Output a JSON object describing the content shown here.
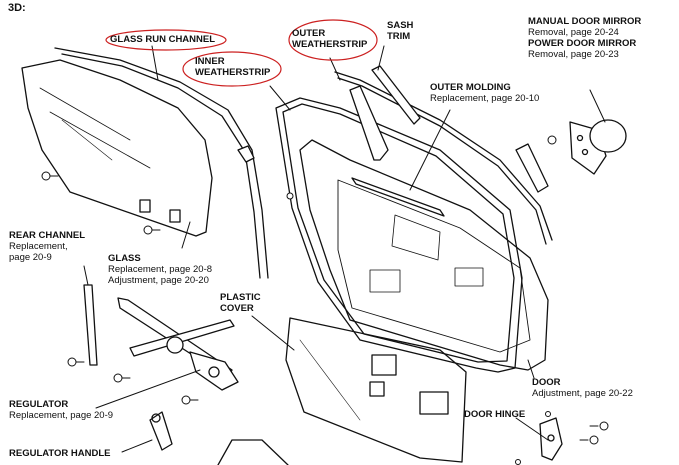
{
  "section_label": "3D:",
  "callouts": {
    "glass_run_channel": {
      "title": "GLASS RUN CHANNEL"
    },
    "inner_weatherstrip": {
      "title_line1": "INNER",
      "title_line2": "WEATHERSTRIP"
    },
    "outer_weatherstrip": {
      "title_line1": "OUTER",
      "title_line2": "WEATHERSTRIP"
    },
    "sash_trim": {
      "title_line1": "SASH",
      "title_line2": "TRIM"
    },
    "manual_door_mirror": {
      "title": "MANUAL DOOR MIRROR",
      "sub": "Removal, page 20-24"
    },
    "power_door_mirror": {
      "title": "POWER DOOR MIRROR",
      "sub": "Removal, page 20-23"
    },
    "outer_molding": {
      "title": "OUTER MOLDING",
      "sub": "Replacement, page 20-10"
    },
    "rear_channel": {
      "title": "REAR CHANNEL",
      "sub_line1": "Replacement,",
      "sub_line2": "page 20-9"
    },
    "glass": {
      "title": "GLASS",
      "sub_line1": "Replacement, page 20-8",
      "sub_line2": "Adjustment, page 20-20"
    },
    "plastic_cover": {
      "title_line1": "PLASTIC",
      "title_line2": "COVER"
    },
    "regulator": {
      "title": "REGULATOR",
      "sub": "Replacement, page 20-9"
    },
    "regulator_handle": {
      "title": "REGULATOR HANDLE"
    },
    "door": {
      "title": "DOOR",
      "sub": "Adjustment, page 20-22"
    },
    "door_hinge": {
      "title": "DOOR HINGE"
    }
  },
  "highlight_color": "#cc2020",
  "line_color": "#111111"
}
